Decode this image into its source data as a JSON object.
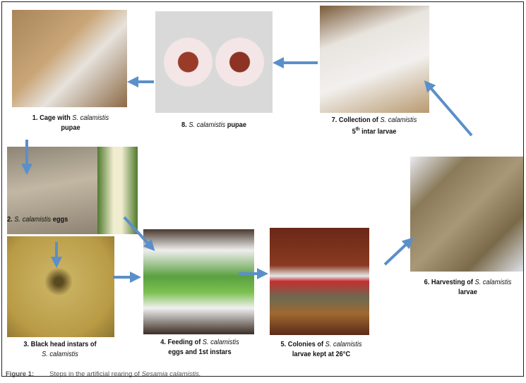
{
  "steps": [
    {
      "num": "1.",
      "pre": "Cage with",
      "sp": "S. calamistis",
      "post": "pupae"
    },
    {
      "num": "2.",
      "pre": "",
      "sp": "S. calamistis",
      "post": "eggs"
    },
    {
      "num": "3.",
      "pre": "Black head instars of",
      "sp": "S. calamistis",
      "post": ""
    },
    {
      "num": "4.",
      "pre": "Feeding of",
      "sp": "S. calamistis",
      "post": "eggs and 1st instars"
    },
    {
      "num": "5.",
      "pre": "Colonies of",
      "sp": "S. calamistis",
      "post": "larvae kept at 26°C"
    },
    {
      "num": "6.",
      "pre": "Harvesting of",
      "sp": "S. calamistis",
      "post": "larvae"
    },
    {
      "num": "7.",
      "pre": "Collection of",
      "sp": "S. calamistis",
      "post": "intar larvae",
      "sup_pre": "5",
      "sup": "th"
    },
    {
      "num": "8.",
      "pre": "",
      "sp": "S. calamistis",
      "post": "pupae"
    }
  ],
  "figure": {
    "label": "Figure 1:",
    "text": "Steps in the artificial rearing of",
    "species": "Sesamia calamistis."
  },
  "colors": {
    "arrow": "#5b8fc9",
    "frame": "#222222"
  }
}
